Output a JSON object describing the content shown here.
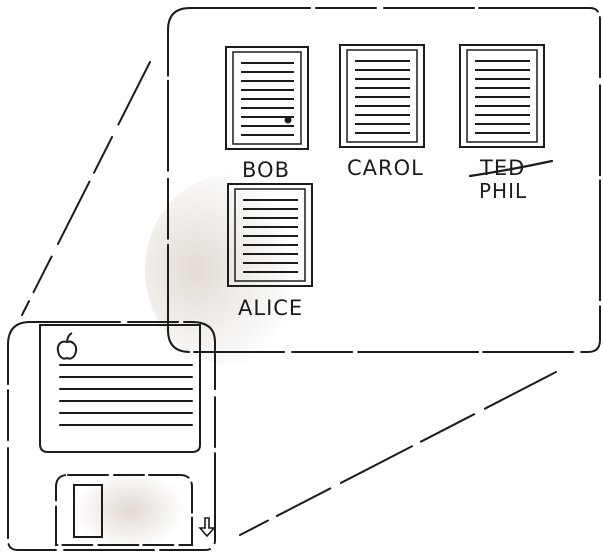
{
  "zoom_window": {
    "documents": [
      {
        "name": "BOB"
      },
      {
        "name": "CAROL"
      },
      {
        "name": "TED",
        "struck_out": true,
        "replacement": "PHIL"
      },
      {
        "name": "ALICE"
      }
    ]
  },
  "floppy_disk": {
    "logo": "apple-icon",
    "arrow": "down-arrow-icon"
  },
  "colors": {
    "ink": "#1c1c1c",
    "shading": "#d9cfc6"
  }
}
